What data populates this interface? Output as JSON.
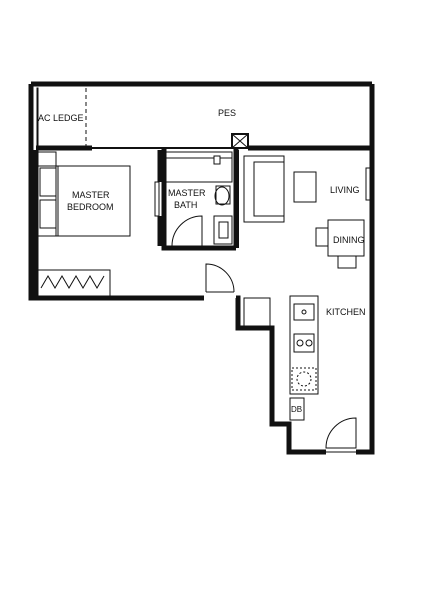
{
  "plan": {
    "rooms": {
      "ac_ledge": "AC LEDGE",
      "pes": "PES",
      "master_bedroom_line1": "MASTER",
      "master_bedroom_line2": "BEDROOM",
      "master_bath_line1": "MASTER",
      "master_bath_line2": "BATH",
      "living": "LIVING",
      "dining": "DINING",
      "kitchen": "KITCHEN",
      "db": "DB"
    },
    "colors": {
      "wall": "#111111",
      "background": "#ffffff"
    }
  }
}
